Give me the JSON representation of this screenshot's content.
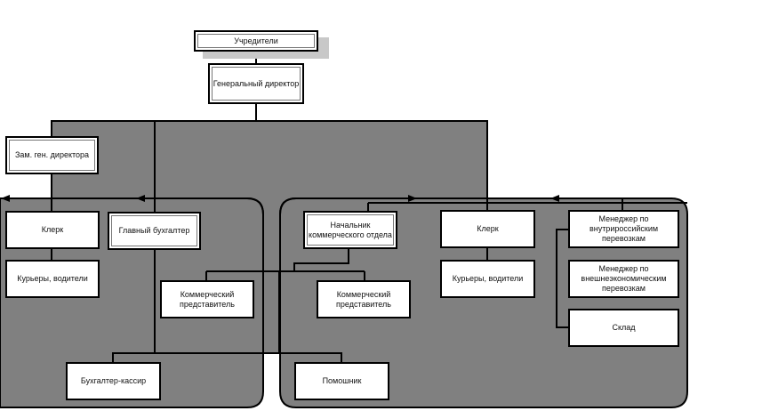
{
  "diagram": {
    "type": "org-chart",
    "colors": {
      "panel": "#808080",
      "line": "#000000",
      "node": "#ffffff",
      "shadow": "#c8c8c8"
    },
    "nodes": {
      "founders": "Учредители",
      "general_director": "Генеральный директор",
      "deputy_director": "Зам. ген. директора",
      "clerk_left": "Клерк",
      "couriers_left": "Курьеры, водители",
      "chief_accountant": "Главный бухгалтер",
      "accountant_cashier": "Бухгалтер-кассир",
      "commercial_rep_1": "Коммерческий представитель",
      "head_commercial": "Начальник коммерческого отдела",
      "commercial_rep_2": "Коммерческий представитель",
      "assistant": "Помошник",
      "clerk_right": "Клерк",
      "couriers_right": "Курьеры, водители",
      "manager_domestic": "Менеджер по внутрироссийским перевозкам",
      "manager_foreign": "Менеджер по внешнеэкономическим перевозкам",
      "warehouse": "Склад"
    },
    "edges": [
      [
        "founders",
        "general_director"
      ],
      [
        "general_director",
        "deputy_director"
      ],
      [
        "general_director",
        "chief_accountant"
      ],
      [
        "general_director",
        "clerk_right"
      ],
      [
        "deputy_director",
        "clerk_left"
      ],
      [
        "clerk_left",
        "couriers_left"
      ],
      [
        "chief_accountant",
        "accountant_cashier"
      ],
      [
        "head_commercial",
        "commercial_rep_1"
      ],
      [
        "head_commercial",
        "commercial_rep_2"
      ],
      [
        "head_commercial",
        "assistant"
      ],
      [
        "clerk_right",
        "couriers_right"
      ],
      [
        "manager_domestic",
        "manager_foreign"
      ],
      [
        "manager_domestic",
        "warehouse"
      ]
    ]
  }
}
